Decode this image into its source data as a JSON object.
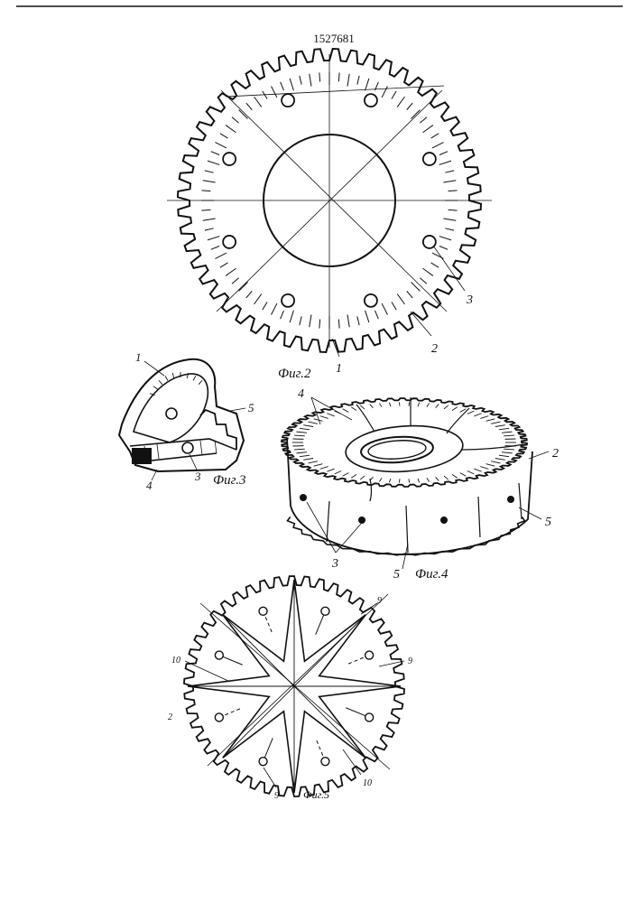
{
  "document": {
    "patent_number": "1527681"
  },
  "figures": {
    "fig2": {
      "caption": "Фиг.2",
      "labels": [
        "1",
        "2",
        "3"
      ]
    },
    "fig3": {
      "caption": "Фиг.3",
      "labels": [
        "1",
        "5",
        "4",
        "3"
      ]
    },
    "fig4": {
      "caption": "Фиг.4",
      "labels": [
        "4",
        "2",
        "5",
        "3",
        "5"
      ]
    },
    "fig5": {
      "caption": "Фиг.5",
      "labels": [
        "9",
        "9",
        "10",
        "2",
        "9",
        "10"
      ]
    }
  },
  "style": {
    "ink_color": "#111111",
    "paper_color": "#ffffff"
  }
}
